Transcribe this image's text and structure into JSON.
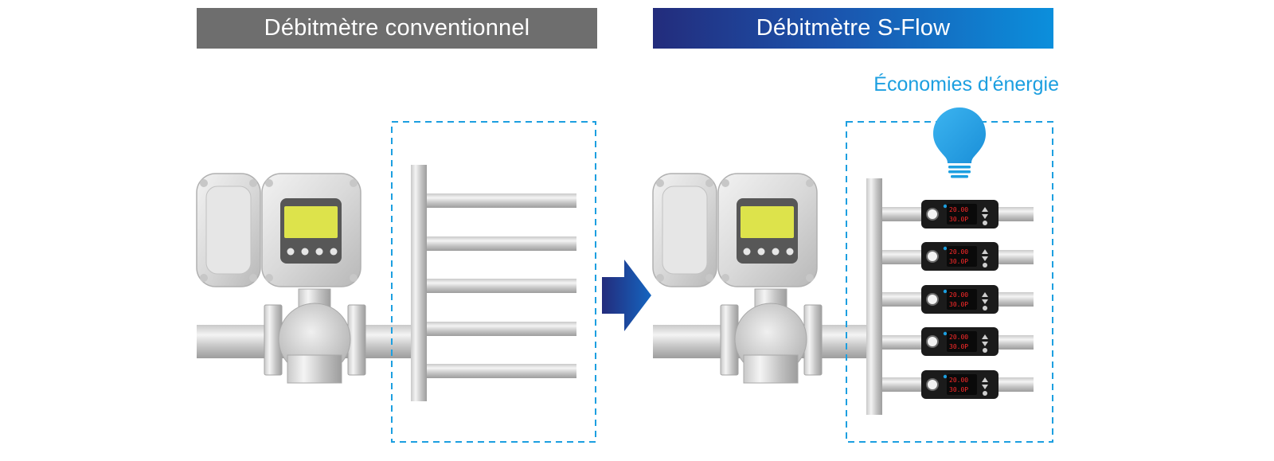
{
  "left_panel": {
    "title": "Débitmètre conventionnel"
  },
  "right_panel": {
    "title": "Débitmètre S-Flow",
    "benefit_label": "Économies d'énergie"
  },
  "sensor_display": {
    "line1": "20.00",
    "line2": "30.0P"
  },
  "colors": {
    "conventional_banner": "#6e6e6e",
    "sflow_gradient_start": "#232c7c",
    "sflow_gradient_end": "#0b8fdc",
    "accent_blue": "#1c9fe0",
    "meter_screen": "#dde34b",
    "sensor_digits": "#ff2a2a"
  },
  "icons": {
    "arrow": "transition-arrow-icon",
    "bulb": "lightbulb-icon"
  },
  "sensor_count": 5,
  "branch_count": 5
}
